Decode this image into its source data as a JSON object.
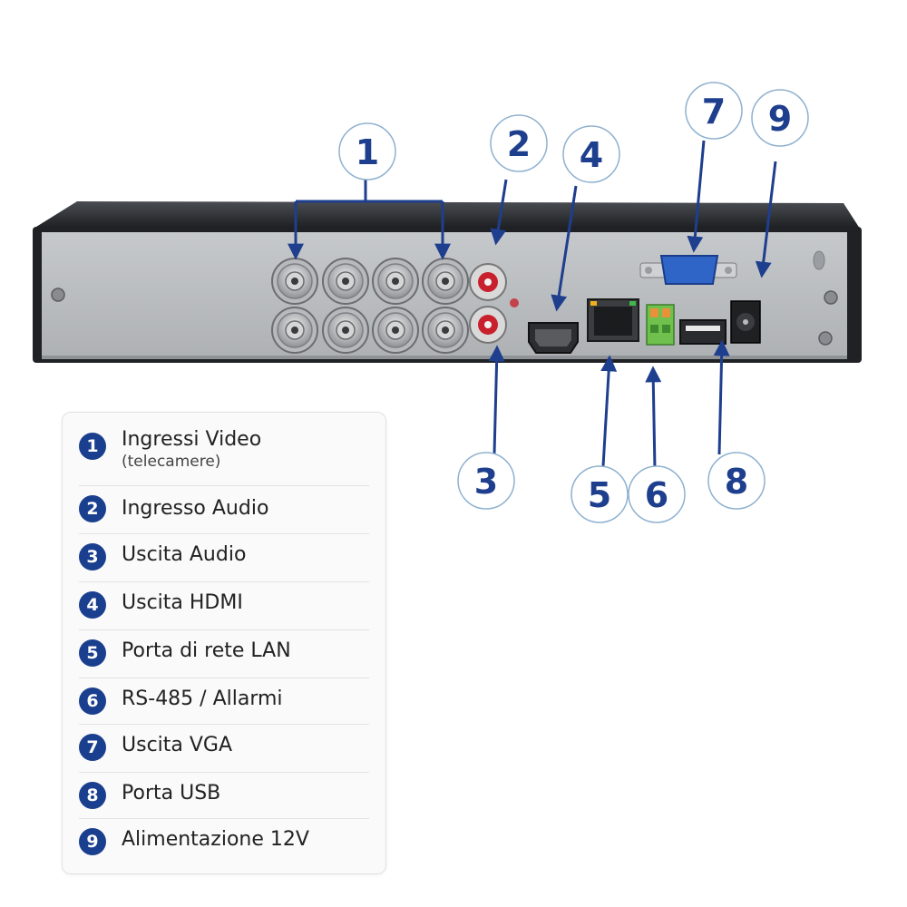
{
  "callouts": [
    {
      "id": "1",
      "label": "1"
    },
    {
      "id": "2",
      "label": "2"
    },
    {
      "id": "3",
      "label": "3"
    },
    {
      "id": "4",
      "label": "4"
    },
    {
      "id": "5",
      "label": "5"
    },
    {
      "id": "6",
      "label": "6"
    },
    {
      "id": "7",
      "label": "7"
    },
    {
      "id": "8",
      "label": "8"
    },
    {
      "id": "9",
      "label": "9"
    }
  ],
  "legend": [
    {
      "num": "1",
      "label": "Ingressi Video",
      "sub": "(telecamere)"
    },
    {
      "num": "2",
      "label": "Ingresso Audio"
    },
    {
      "num": "3",
      "label": "Uscita Audio"
    },
    {
      "num": "4",
      "label": "Uscita HDMI"
    },
    {
      "num": "5",
      "label": "Porta di rete LAN"
    },
    {
      "num": "6",
      "label": "RS-485 / Allarmi"
    },
    {
      "num": "7",
      "label": "Uscita VGA"
    },
    {
      "num": "8",
      "label": "Porta USB"
    },
    {
      "num": "9",
      "label": "Alimentazione 12V"
    }
  ],
  "colors": {
    "accent": "#1e3e8e",
    "badge": "#1b3f8f",
    "device": "#b9bcbf",
    "device_top": "#2a2c30"
  }
}
